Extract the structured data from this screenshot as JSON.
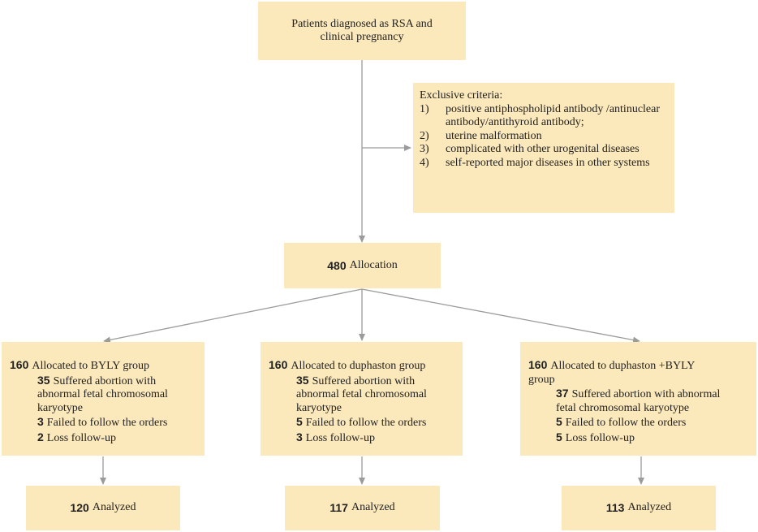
{
  "start": {
    "line1": "Patients diagnosed as RSA and",
    "line2": "clinical pregnancy"
  },
  "exclusion": {
    "title": "Exclusive criteria:",
    "items": [
      {
        "marker": "1)",
        "text": "positive antiphospholipid antibody /antinuclear antibody/antithyroid antibody;"
      },
      {
        "marker": "2)",
        "text": "uterine malformation"
      },
      {
        "marker": "3)",
        "text": "complicated with other urogenital diseases"
      },
      {
        "marker": "4)",
        "text": "self-reported major diseases in other systems"
      }
    ]
  },
  "allocation": {
    "count": "480",
    "label": "Allocation"
  },
  "groups": [
    {
      "count": "160",
      "label": "Allocated to BYLY group",
      "label2": "",
      "details": [
        {
          "count": "35",
          "text": "Suffered abortion with",
          "cont": "abnormal fetal chromosomal karyotype"
        },
        {
          "count": "3",
          "text": "Failed to follow the orders",
          "cont": ""
        },
        {
          "count": "2",
          "text": "Loss follow-up",
          "cont": ""
        }
      ],
      "analyzed": {
        "count": "120",
        "label": "Analyzed"
      }
    },
    {
      "count": "160",
      "label": "Allocated to duphaston group",
      "label2": "",
      "details": [
        {
          "count": "35",
          "text": "Suffered abortion with",
          "cont": "abnormal fetal chromosomal karyotype"
        },
        {
          "count": "5",
          "text": "Failed to follow the orders",
          "cont": ""
        },
        {
          "count": "3",
          "text": "Loss follow-up",
          "cont": ""
        }
      ],
      "analyzed": {
        "count": "117",
        "label": "Analyzed"
      }
    },
    {
      "count": "160",
      "label": "Allocated to duphaston +BYLY",
      "label2": "group",
      "details": [
        {
          "count": "37",
          "text": "Suffered abortion with abnormal",
          "cont": "fetal chromosomal karyotype"
        },
        {
          "count": "5",
          "text": "Failed to follow the orders",
          "cont": ""
        },
        {
          "count": "5",
          "text": "Loss follow-up",
          "cont": ""
        }
      ],
      "analyzed": {
        "count": "113",
        "label": "Analyzed"
      }
    }
  ],
  "colors": {
    "box_fill": "#fbe8bb",
    "arrow": "#9b9b9b",
    "text": "#222222"
  }
}
